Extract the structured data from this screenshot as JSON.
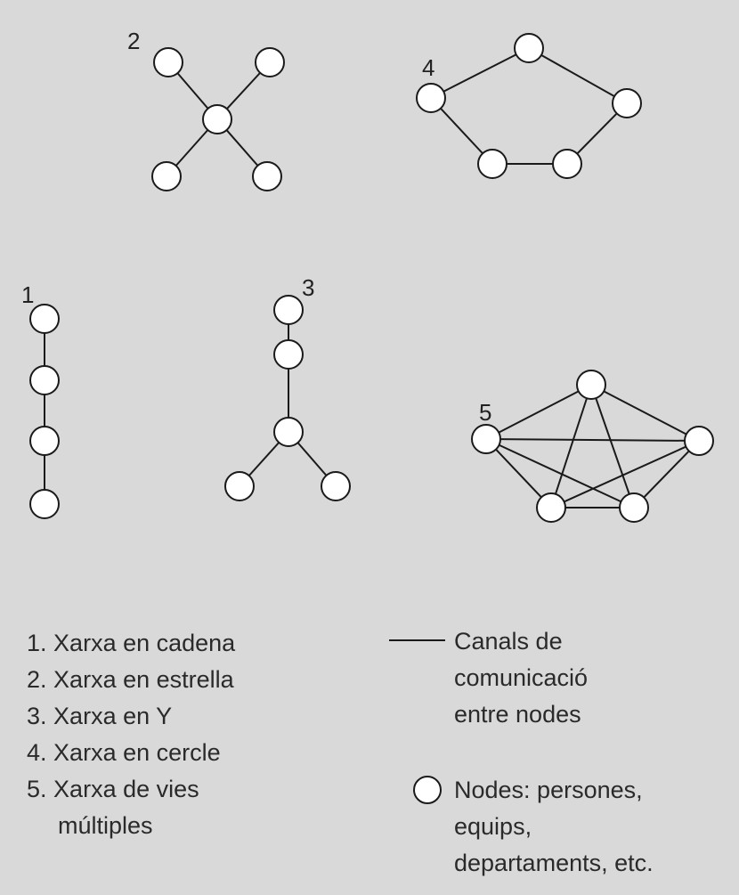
{
  "networks": [
    {
      "number": "1",
      "name": "Xarxa en cadena"
    },
    {
      "number": "2",
      "name": "Xarxa en estrella"
    },
    {
      "number": "3",
      "name": "Xarxa en Y"
    },
    {
      "number": "4",
      "name": "Xarxa en cercle"
    },
    {
      "number": "5",
      "name": "Xarxa de vies",
      "name_line2": "múltiples"
    }
  ],
  "legend_items": {
    "line": [
      "Canals de",
      "comunicació",
      "entre nodes"
    ],
    "node": [
      "Nodes: persones,",
      "equips,",
      "departaments, etc."
    ]
  },
  "colors": {
    "background": "#d9d9d9",
    "node_fill": "#ffffff",
    "stroke": "#1a1a1a"
  }
}
